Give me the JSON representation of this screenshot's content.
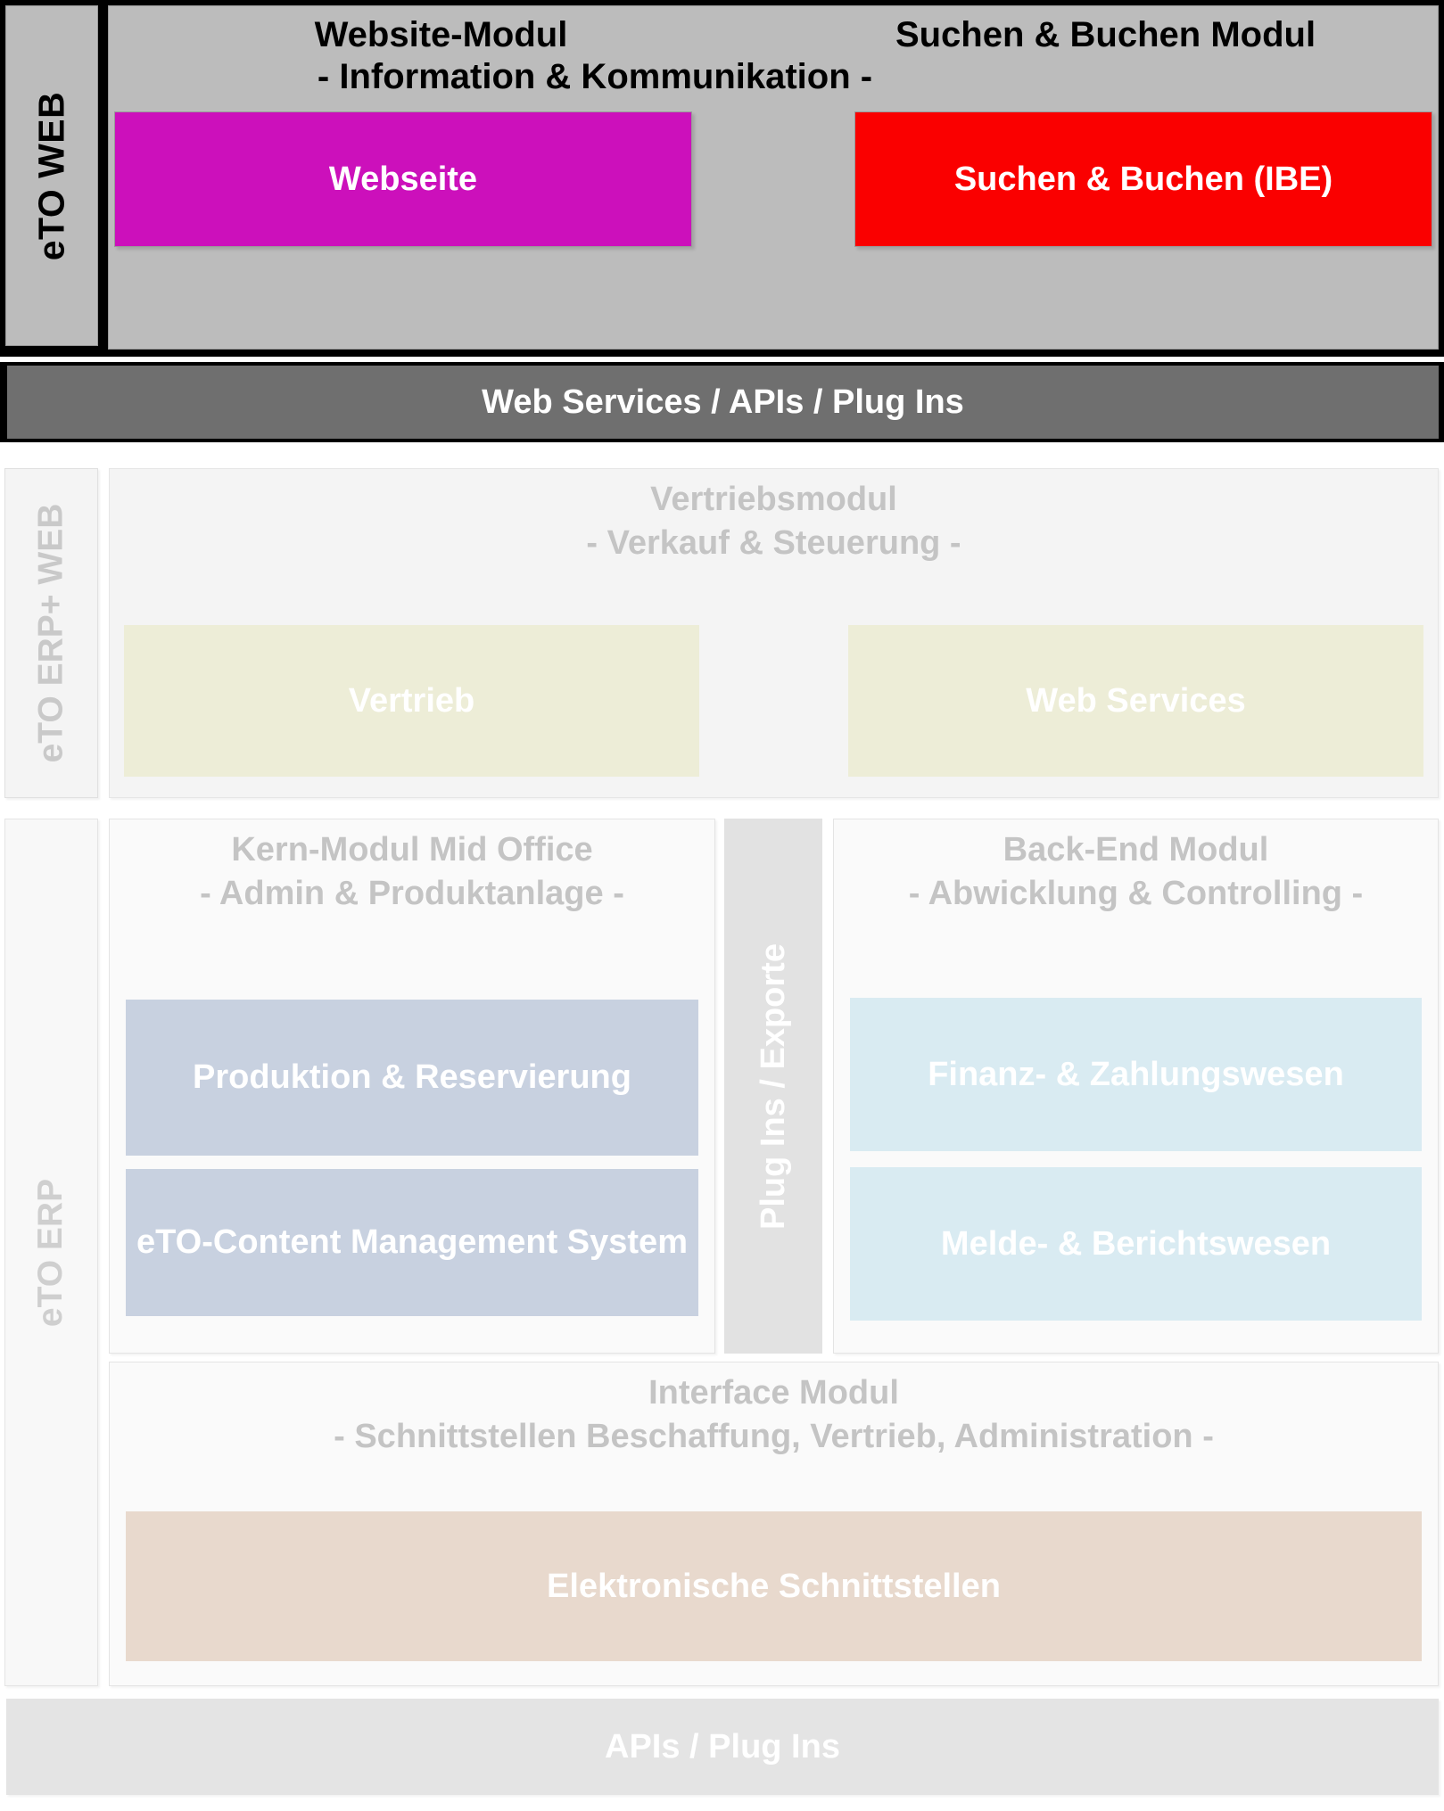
{
  "diagram": {
    "title": "eTO Modul-Architektur",
    "colors": {
      "webseite": "#cc10bb",
      "ibe": "#fa0000",
      "web_services_bar": "#6f6f6f",
      "vertrieb_box": "#ededd7",
      "kern_box": "#c8d1e0",
      "backend_box": "#d9ebf2",
      "interface_box": "#e8d9cd",
      "apis_bar": "#e4e4e4",
      "web_panel": "#bcbcbc"
    }
  },
  "web_layer": {
    "sidebar_label": "eTO WEB",
    "module_left_title": "Website-Modul",
    "module_right_title": "Suchen & Buchen Modul",
    "subtitle": "- Information & Kommunikation -",
    "box_left_label": "Webseite",
    "box_right_label": "Suchen & Buchen (IBE)"
  },
  "web_services_bar": {
    "label": "Web Services / APIs / Plug Ins"
  },
  "erp_web_layer": {
    "sidebar_label": "eTO ERP+ WEB",
    "panel_title_line1": "Vertriebsmodul",
    "panel_title_line2": "- Verkauf & Steuerung -",
    "box_left_label": "Vertrieb",
    "box_right_label": "Web Services"
  },
  "erp_layer": {
    "sidebar_label": "eTO ERP",
    "kern_module": {
      "title_line1": "Kern-Modul Mid Office",
      "title_line2": "- Admin & Produktanlage -",
      "box1_label": "Produktion & Reservierung",
      "box2_label": "eTO-Content Management System"
    },
    "plugins_column": {
      "label": "Plug Ins / Exporte"
    },
    "backend_module": {
      "title_line1": "Back-End Modul",
      "title_line2": "- Abwicklung & Controlling -",
      "box1_label": "Finanz- & Zahlungswesen",
      "box2_label": "Melde- & Berichtswesen"
    },
    "interface_module": {
      "title_line1": "Interface Modul",
      "title_line2": "- Schnittstellen Beschaffung, Vertrieb, Administration -",
      "box1_label": "Elektronische Schnittstellen"
    }
  },
  "apis_bar": {
    "label": "APIs / Plug Ins"
  }
}
